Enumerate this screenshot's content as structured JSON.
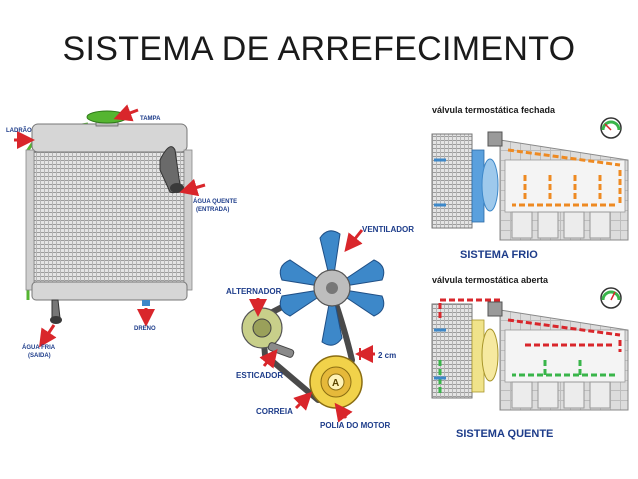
{
  "title": "SISTEMA DE ARREFECIMENTO",
  "radiator": {
    "ladrao": "LADRÃO",
    "tampa": "TAMPA",
    "agua_quente_1": "ÁGUA QUENTE",
    "agua_quente_2": "(ENTRADA)",
    "agua_fria_1": "ÁGUA FRIA",
    "agua_fria_2": "(SAIDA)",
    "dreno": "DRENO"
  },
  "fan_belt": {
    "ventilador": "VENTILADOR",
    "alternador": "ALTERNADOR",
    "esticador": "ESTICADOR",
    "correia": "CORREIA",
    "polia_motor": "POLIA DO MOTOR",
    "gap": "2 cm",
    "pulley_letter": "A"
  },
  "cold_system": {
    "valve_label": "válvula termostática fechada",
    "name": "SISTEMA FRIO"
  },
  "hot_system": {
    "valve_label": "válvula termostática aberta",
    "name": "SISTEMA QUENTE"
  },
  "colors": {
    "green_hose": "#55b531",
    "red_arrow": "#d9262b",
    "fan_blue": "#3d88c9",
    "orange_flow": "#ee8a22",
    "green_flow": "#39b54a",
    "blue_label": "#1d3c8a",
    "pulley_yellow": "#f1d24a"
  }
}
